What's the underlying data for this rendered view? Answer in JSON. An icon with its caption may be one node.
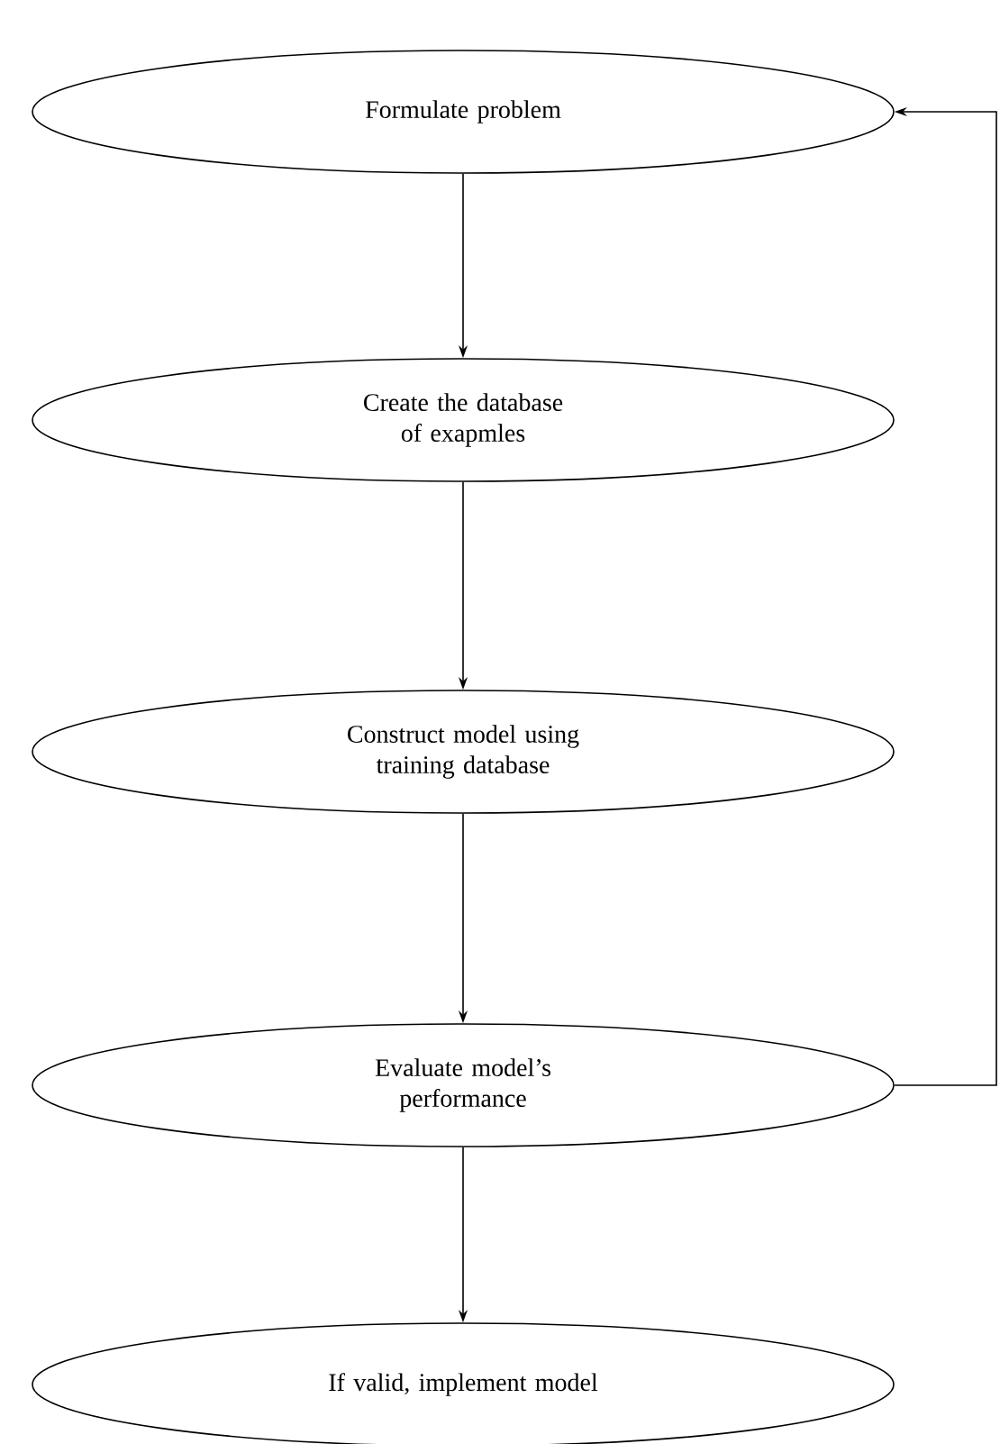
{
  "diagram": {
    "nodes": [
      {
        "text": [
          "Formulate  problem"
        ]
      },
      {
        "text": [
          "Create the database of exapmles"
        ]
      },
      {
        "text": [
          "Construct model using training database"
        ]
      },
      {
        "text": [
          "Evaluate model’s performance"
        ]
      },
      {
        "text": [
          "If valid, implement model"
        ]
      }
    ],
    "edges": [
      {
        "from": 0,
        "to": 1,
        "arrow": "to"
      },
      {
        "from": 1,
        "to": 2,
        "arrow": "to"
      },
      {
        "from": 2,
        "to": 3,
        "arrow": "to"
      },
      {
        "from": 3,
        "to": 4,
        "arrow": "to"
      },
      {
        "from": 3,
        "to": 0,
        "arrow": "to"
      }
    ]
  }
}
